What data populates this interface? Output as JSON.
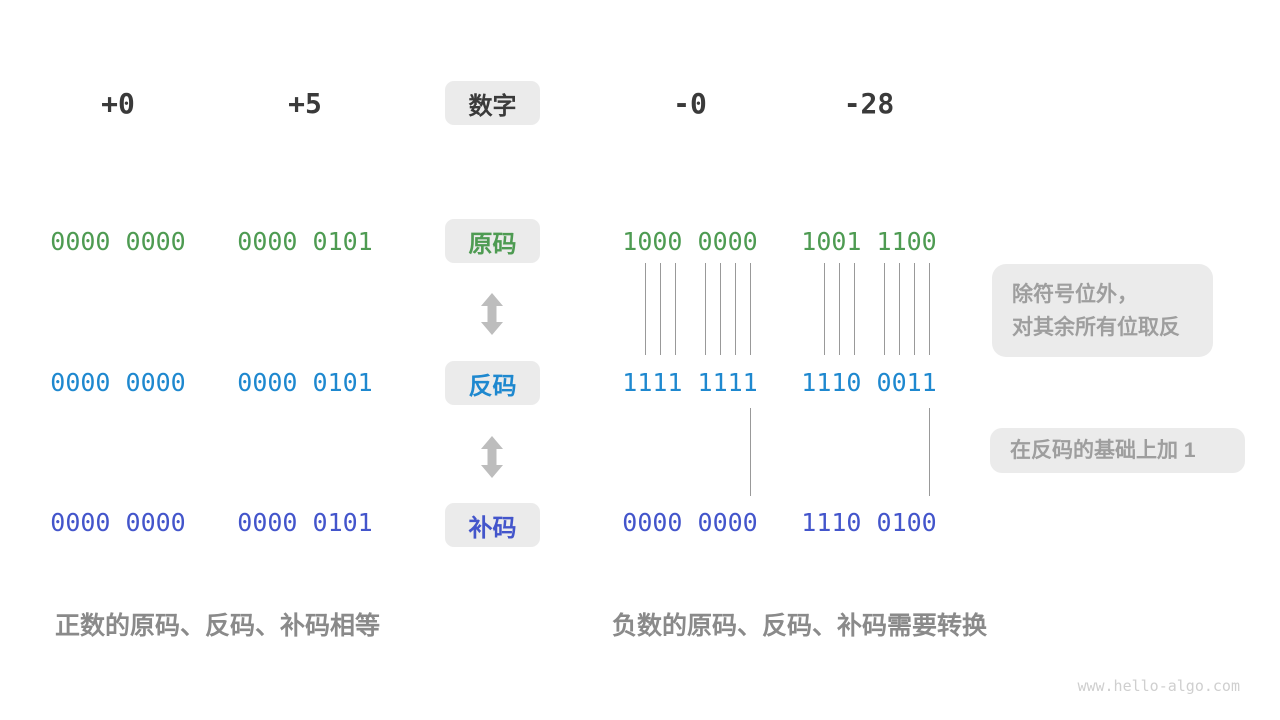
{
  "header": {
    "numbers": [
      "+0",
      "+5",
      "-0",
      "-28"
    ],
    "label": "数字"
  },
  "rows": [
    {
      "label": "原码",
      "color": "#4e9b52",
      "values": [
        "0000 0000",
        "0000 0101",
        "1000 0000",
        "1001 1100"
      ]
    },
    {
      "label": "反码",
      "color": "#1e88cf",
      "values": [
        "0000 0000",
        "0000 0101",
        "1111 1111",
        "1110 0011"
      ]
    },
    {
      "label": "补码",
      "color": "#4355cb",
      "values": [
        "0000 0000",
        "0000 0101",
        "0000 0000",
        "1110 0100"
      ]
    }
  ],
  "annotations": {
    "invert_note_line1": "除符号位外，",
    "invert_note_line2": "对其余所有位取反",
    "add_one_note": "在反码的基础上加 1"
  },
  "captions": {
    "positive": "正数的原码、反码、补码相等",
    "negative": "负数的原码、反码、补码需要转换"
  },
  "watermark": "www.hello-algo.com",
  "colors": {
    "header_text": "#3a3a3a",
    "chip_bg": "#ebebeb",
    "note_text": "#9e9e9e",
    "caption_text": "#8a8a8a",
    "tick_line": "#999999",
    "arrow": "#bdbdbd",
    "sign_magnitude_green": "#4e9b52",
    "ones_complement_blue": "#1e88cf",
    "twos_complement_indigo": "#4355cb",
    "watermark": "#cfcfcf"
  }
}
